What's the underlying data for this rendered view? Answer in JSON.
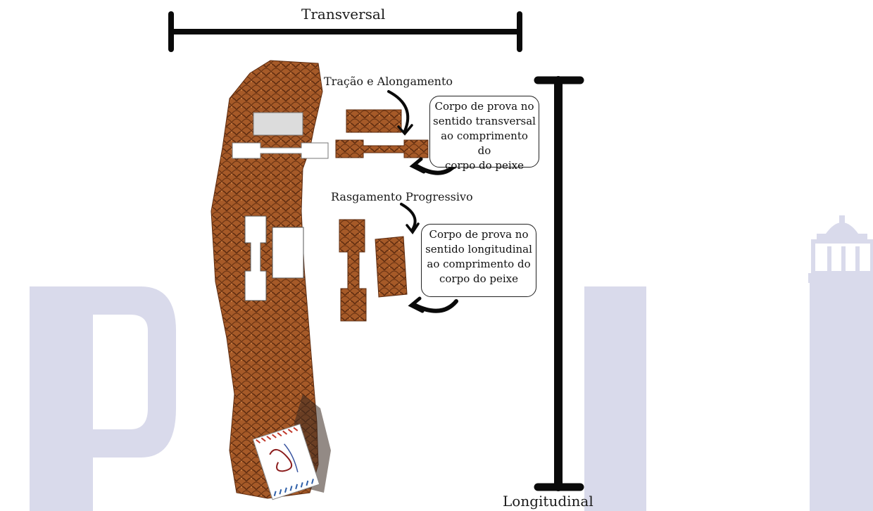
{
  "labels": {
    "transversal": "Transversal",
    "longitudinal": "Longitudinal",
    "tensile_group": "Tração e Alongamento",
    "tear_group": "Rasgamento Progressivo"
  },
  "callouts": {
    "transverse": [
      "Corpo de prova no",
      "sentido transversal",
      "ao comprimento do",
      "corpo do peixe"
    ],
    "longitudinal": [
      "Corpo de prova no",
      "sentido longitudinal",
      "ao comprimento do",
      "corpo do peixe"
    ]
  },
  "colors": {
    "watermark": "#d9daeb",
    "leather": "#a85a2a",
    "leather_dark": "#6e3514",
    "bar": "#0a0a0a"
  },
  "icons": {
    "watermark_lighthouse": "lighthouse-icon"
  }
}
